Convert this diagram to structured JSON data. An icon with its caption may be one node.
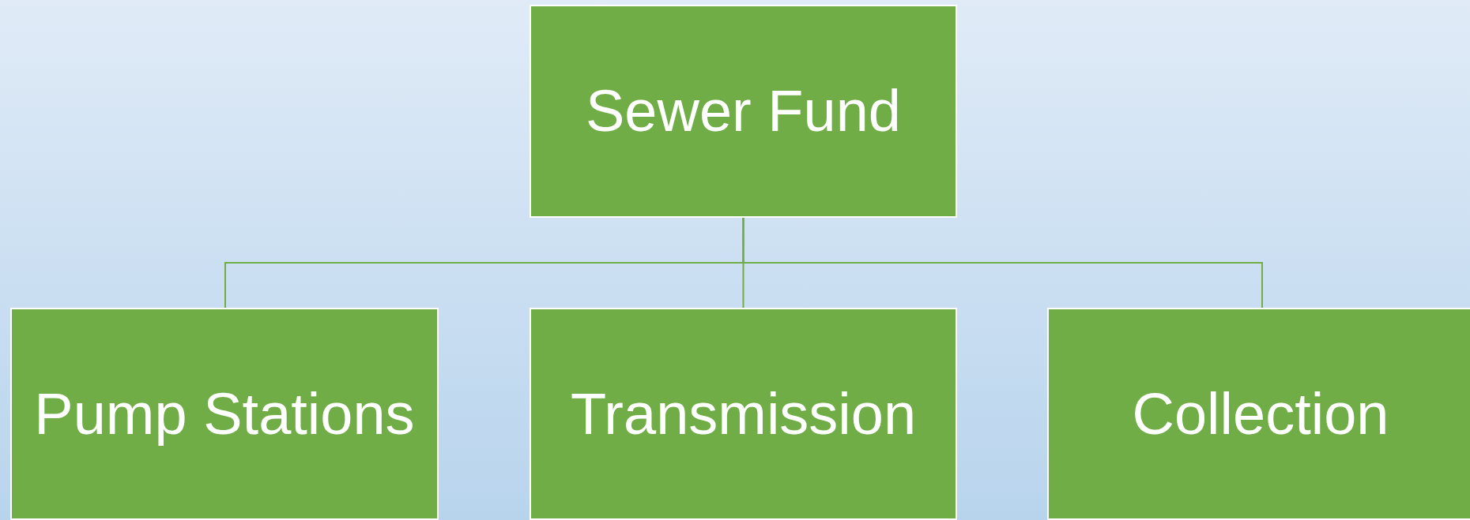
{
  "diagram": {
    "nodes": [
      {
        "text": [
          "Sewer Fund"
        ]
      },
      {
        "text": [
          "Pump Stations"
        ]
      },
      {
        "text": [
          "Transmission"
        ]
      },
      {
        "text": [
          "Collection"
        ]
      }
    ],
    "edges": [
      {
        "from": 0,
        "to": 1,
        "arrow": "none"
      },
      {
        "from": 0,
        "to": 2,
        "arrow": "none"
      },
      {
        "from": 0,
        "to": 3,
        "arrow": "none"
      }
    ]
  }
}
